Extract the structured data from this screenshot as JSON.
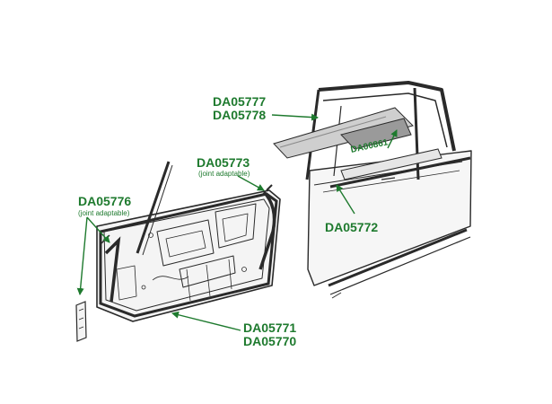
{
  "labels": {
    "da05777": "DA05777",
    "da05778": "DA05778",
    "da05773": "DA05773",
    "da05773_note": "(joint adaptable)",
    "da05776": "DA05776",
    "da05776_note": "(joint adaptable)",
    "da00861": "DA00861",
    "da05772": "DA05772",
    "da05771": "DA05771",
    "da05770": "DA05770"
  },
  "colors": {
    "label_green": "#1e7a2e",
    "line": "#2a2a2a",
    "panel_fill": "#f4f4f4",
    "highlight": "#e4efe4"
  }
}
